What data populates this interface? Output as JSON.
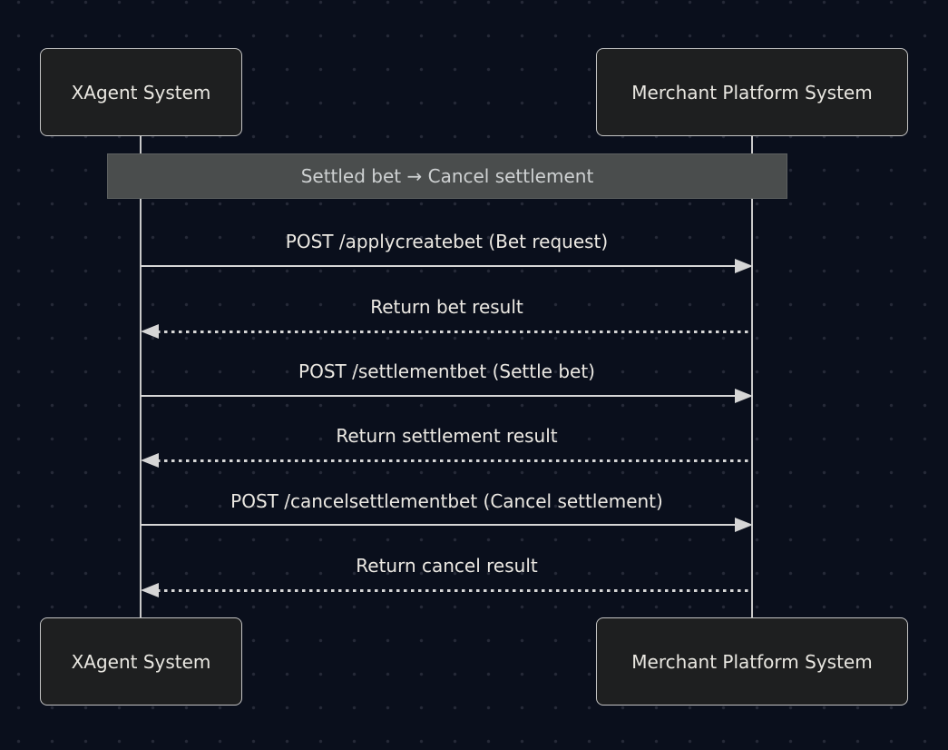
{
  "diagram": {
    "kind": "sequence-diagram",
    "actors": {
      "left": "XAgent System",
      "right": "Merchant Platform System"
    },
    "title": "Settled bet → Cancel settlement",
    "messages": [
      {
        "label": "POST /applycreatebet (Bet request)",
        "from": "XAgent System",
        "to": "Merchant Platform System",
        "direction": "right",
        "style": "solid"
      },
      {
        "label": "Return bet result",
        "from": "Merchant Platform System",
        "to": "XAgent System",
        "direction": "left",
        "style": "dashed"
      },
      {
        "label": "POST /settlementbet (Settle bet)",
        "from": "XAgent System",
        "to": "Merchant Platform System",
        "direction": "right",
        "style": "solid"
      },
      {
        "label": "Return settlement result",
        "from": "Merchant Platform System",
        "to": "XAgent System",
        "direction": "left",
        "style": "dashed"
      },
      {
        "label": "POST /cancelsettlementbet (Cancel settlement)",
        "from": "XAgent System",
        "to": "Merchant Platform System",
        "direction": "right",
        "style": "solid"
      },
      {
        "label": "Return cancel result",
        "from": "Merchant Platform System",
        "to": "XAgent System",
        "direction": "left",
        "style": "dashed"
      }
    ],
    "colors": {
      "background": "#0a0f1c",
      "grid_dot": "#262a38",
      "actor_fill": "#1e1f20",
      "actor_border": "#c4c4c4",
      "title_fill": "#4a4d4d",
      "title_text": "#ced1d2",
      "message_text": "#ece9e3",
      "line": "#d6d6d6"
    }
  }
}
